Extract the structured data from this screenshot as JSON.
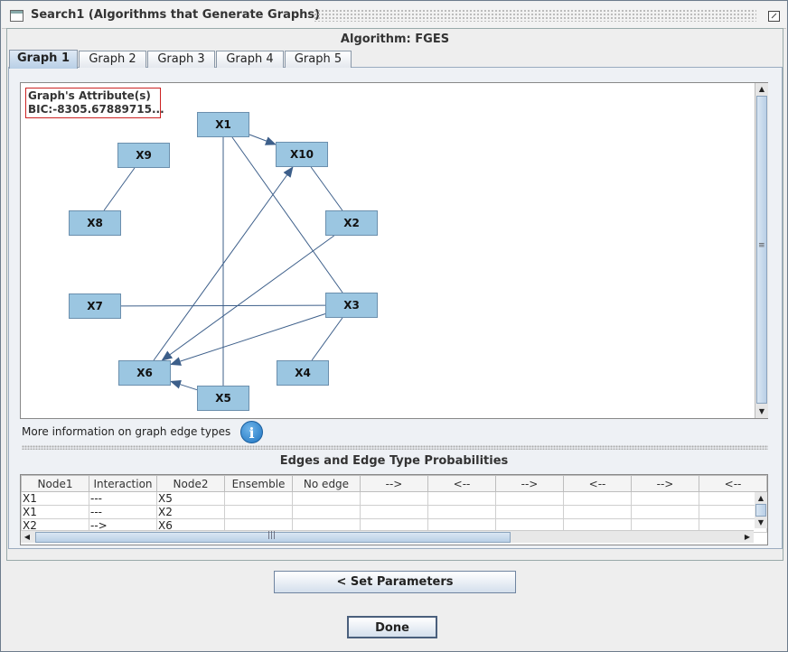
{
  "window": {
    "title": "Search1 (Algorithms that Generate Graphs)",
    "algorithm_label": "Algorithm: FGES"
  },
  "tabs": [
    {
      "label": "Graph 1",
      "active": true
    },
    {
      "label": "Graph 2",
      "active": false
    },
    {
      "label": "Graph 3",
      "active": false
    },
    {
      "label": "Graph 4",
      "active": false
    },
    {
      "label": "Graph 5",
      "active": false
    }
  ],
  "graph": {
    "attributes_title": "Graph's Attribute(s)",
    "attributes_value": "BIC:-8305.67889715...",
    "nodes": [
      "X1",
      "X2",
      "X3",
      "X4",
      "X5",
      "X6",
      "X7",
      "X8",
      "X9",
      "X10"
    ],
    "edges": [
      {
        "from": "X1",
        "to": "X10",
        "type": "-->"
      },
      {
        "from": "X1",
        "to": "X5",
        "type": "---"
      },
      {
        "from": "X1",
        "to": "X3",
        "type": "---"
      },
      {
        "from": "X2",
        "to": "X10",
        "type": "---"
      },
      {
        "from": "X2",
        "to": "X6",
        "type": "-->"
      },
      {
        "from": "X3",
        "to": "X6",
        "type": "-->"
      },
      {
        "from": "X3",
        "to": "X7",
        "type": "---"
      },
      {
        "from": "X3",
        "to": "X4",
        "type": "---"
      },
      {
        "from": "X5",
        "to": "X6",
        "type": "-->"
      },
      {
        "from": "X6",
        "to": "X10",
        "type": "-->"
      },
      {
        "from": "X8",
        "to": "X9",
        "type": "---"
      }
    ],
    "edge_color": "#3d5f8a",
    "node_color": "#9bc6e1"
  },
  "more_info_text": "More information on graph edge types",
  "info_icon": "info-icon",
  "edge_table": {
    "title": "Edges and Edge Type Probabilities",
    "columns": [
      "Node1",
      "Interaction",
      "Node2",
      "Ensemble",
      "No edge",
      "-->",
      "<--",
      "-->",
      "<--",
      "-->",
      "<--"
    ],
    "rows": [
      [
        "X1",
        "---",
        "X5",
        "",
        "",
        "",
        "",
        "",
        "",
        "",
        ""
      ],
      [
        "X1",
        "---",
        "X2",
        "",
        "",
        "",
        "",
        "",
        "",
        "",
        ""
      ],
      [
        "X2",
        "-->",
        "X6",
        "",
        "",
        "",
        "",
        "",
        "",
        "",
        ""
      ]
    ]
  },
  "buttons": {
    "set_parameters": "<   Set Parameters",
    "done": "Done"
  }
}
